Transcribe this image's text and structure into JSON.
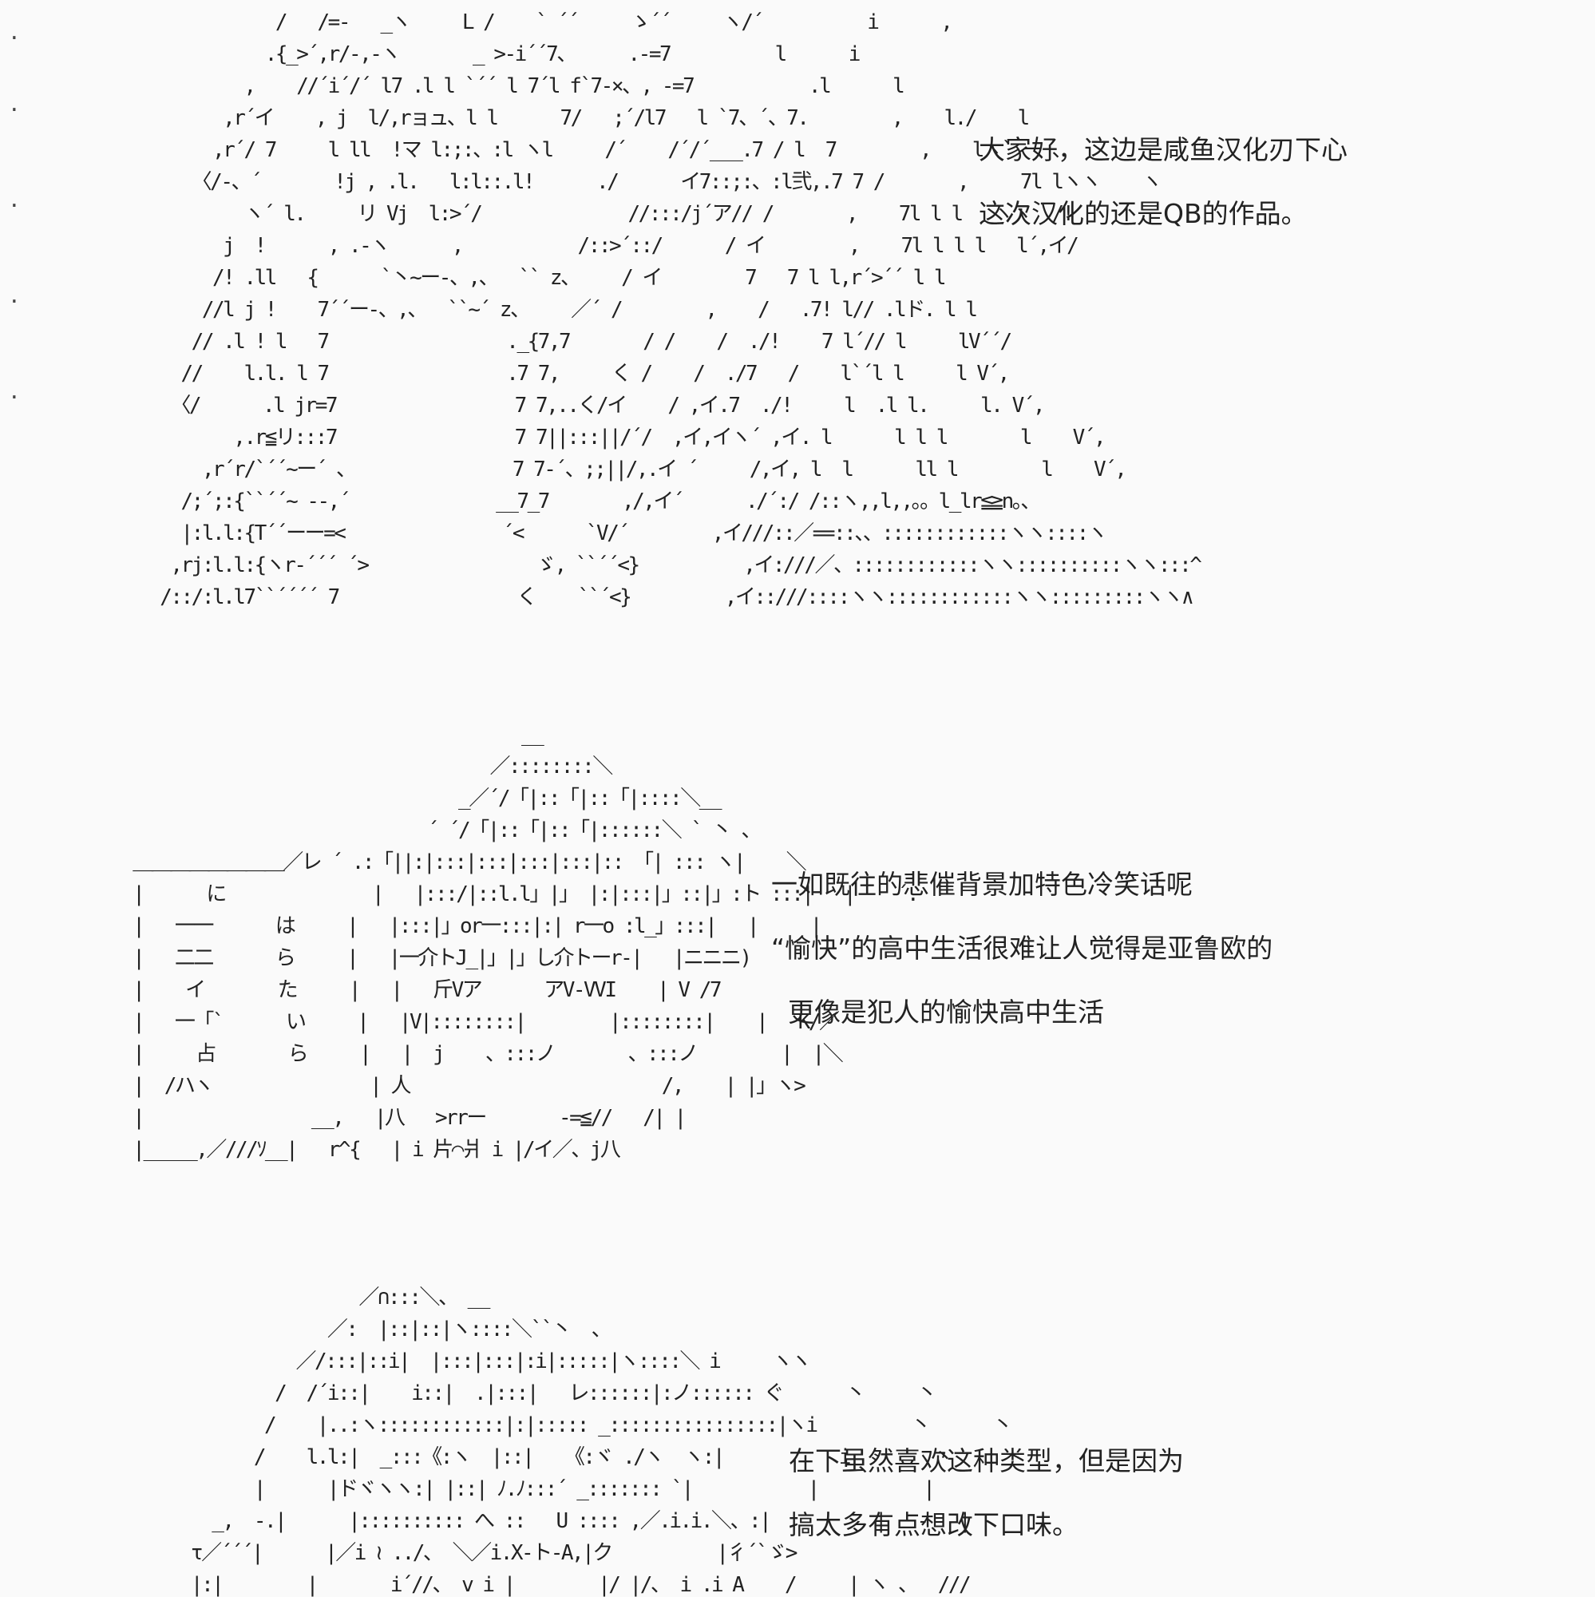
{
  "panels": [
    {
      "art": "                   /   /=-   _ヽ     L /    ` ´´     ゝ´´     ヽ/´          i      ,\n                  .{_>´,r/-,-ヽ       _ >-i´´7、     .-=7          l      i\n                ,    //´i´/´ l7 .l l `´´ l 7´l f`7-×、, -=7           .l      l\n              ,r´イ    , j  l/,rョュ、l l      7/   ;´/l7   l `7、´、7.        ,    l./    l\n             ,r´/ 7     l ll  !マ l:;:、:l ヽl     /´    /´/´___.7 / l  7        ,    lヽ` ー 、\n           〈/-、´       !j , .l.   l:l::.l!      ./      イ7::;:、:l弐,.7 7 /       ,     7l lヽヽ    ヽ\n                ヽ´ l.     リ Vj  l:>´/              //:::/j´ア// /       ,    7l l l   ヽヽ  /!\n              j  !      , .-ヽ      ,           /::>´::/      / イ        ,    7l l l l   l´,イ/\n             /! .ll   {      `丶~ー-、,、  `` z、    / イ        7   7 l l,r´>´´ l l\n            //l j !    7´´ー-、,、  ``~´ z、    ／´ /        ,    /   .7! l// .lド. l l\n           // .l ! l   7                 ._{7,7       / /    /  ./!    7 l´// l     lV´´/\n          //    l.l. l 7                 .7 7,     く /    /  ./7   /    l`´l l     l V´,\n         〈/      .l jr=7                 7 7,..く/イ    / ,イ.7  ./!     l  .l l.     l. V´,\n               ,.r≦リ:::7                 7 7||:::||/´/  ,イ,イヽ´ ,イ. l      l l l       l    V´,\n            ,r´r/`´´~ー´ 、               7 7-´、;;||/,.イ ´     /,イ, l  l      ll l        l    V´,\n          /;´;:{``´´~ --,´              __7_7       ,/,イ´      ./´:/ /::ヽ,,l,,。。l_lr≦≧n。、\n          |:l.l:{T´´ーー=<               ´<      `V/´        ,イ///::／==::、、::::::::::::ヽヽ::::ヽ\n         ,rj:l.l:{ヽr-´´´ ´>                ゞ, ``´´<}          ,イ:///／、::::::::::::ヽヽ::::::::::ヽヽ:::^\n        /::/:l.l7``´´´´ 7                 く    ``´<}         ,イ::///::::ヽヽ::::::::::::ヽヽ:::::::::ヽヽ∧",
      "caption_lines": [
        "大家好，这边是咸鱼汉化刃下心",
        "这次汉化的还是QB的作品。"
      ]
    },
    {
      "art": "                                       __\n                                    ／::::::::＼\n                                 _／´/「|::「|::「|::::＼__\n                              ´ ´/「|::「|::「|::::::＼ ` 丶 、\n  ＿＿＿＿＿＿＿＿／レ ´ .:「||:|:::|:::|:::|:::|:: 「| ::: ヽ|    ＼\n  |      に              |   |:::/|::l.l」|」 |:|:::|」::|」:ト :::|   |    ´.\n  |   一一      は     |   |:::|」or一:::|:| r一o :l_」:::|   |     |\n  |   二二      ら     |   |一介トJ_|」|」し介トーr-|   |ニニニ)\n  |    イ       た     |   |   斤Vア      アV-VVI    | V /7\n  |   一「`      い     |   |V|::::::::|        |::::::::|    |   K/／\n  |     占       ら     |   |  j    、:::ノ       、:::ノ        |  |＼\n  |  /ハヽ               | 人                        /,    | |」ヽ>\n  |                __,   |八   >rrー       -=≦//   /| |\n  |_____,／///ｿ__|   r^{   | i 片⌒爿 i |/イ／、j八",
      "caption_lines": [
        "一如既往的悲催背景加特色冷笑话呢",
        "“愉快”的高中生活很难让人觉得是亚鲁欧的",
        "  更像是犯人的愉快高中生活"
      ]
    },
    {
      "art": "                      ／∩:::＼、 __\n                   ／:  |::|::|ヽ::::＼``丶  、\n                ／/:::|::i|  |:::|:::|:i|:::::|ヽ::::＼ i     ヽヽ\n              /  /´i::|    i::|  .|:::|   レ::::::|:ノ:::::: ぐ      丶     丶\n             /    |..:ヽ::::::::::::|:|::::: _::::::::::::::::|ヽi         丶      丶\n            /    l.l:|  _:::《:ヽ  |::|   《:ヾ ./ヽ  ヽ:|           i        丶\n            |      |ドヾヽヽ:| |::| ﾉ.ﾉ:::´ _::::::: `|           |          |\n        _,  -.|      |:::::::::: へ ::   U :::: ,／.i.i.＼、:|          |   -   |\n      τ／´´´|      |／i ≀ ../、 ＼／i.X-ト-A,|ク          |彳´`ゞ>\n      |:|        |       i´//、 v i |        |/ |/、 i .i A    /     | ヽ 、  ///",
      "caption_lines": [
        "在下虽然喜欢这种类型，但是因为",
        "搞太多有点想改下口味。"
      ]
    }
  ]
}
